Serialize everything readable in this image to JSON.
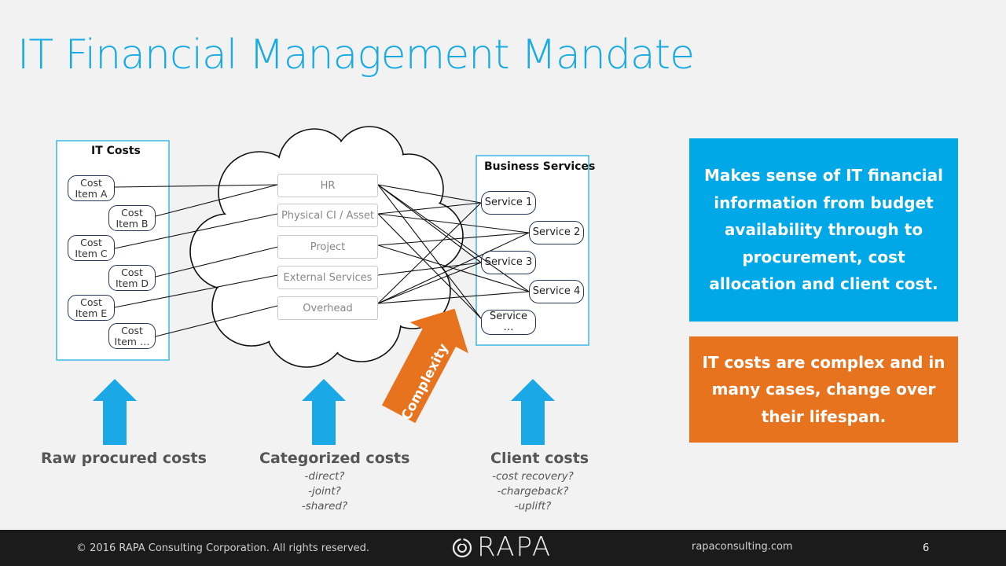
{
  "title": "IT Financial Management Mandate",
  "it_costs": {
    "title": "IT Costs",
    "items": [
      "Cost Item A",
      "Cost Item B",
      "Cost Item C",
      "Cost Item D",
      "Cost Item E",
      "Cost Item …"
    ]
  },
  "categories": [
    "HR",
    "Physical CI / Asset",
    "Project",
    "External Services",
    "Overhead"
  ],
  "business_services": {
    "title": "Business Services",
    "items": [
      "Service 1",
      "Service 2",
      "Service 3",
      "Service 4",
      "Service …"
    ]
  },
  "complexity_label": "Complexity",
  "labels": {
    "raw": "Raw procured costs",
    "categorized": "Categorized costs",
    "categorized_sub": [
      "-direct?",
      "-joint?",
      "-shared?"
    ],
    "client": "Client costs",
    "client_sub": [
      "-cost recovery?",
      "-chargeback?",
      "-uplift?"
    ]
  },
  "panels": {
    "blue": "Makes sense of IT financial information from budget availability through to procurement, cost allocation and client cost.",
    "orange": "IT costs are complex and in many cases, change over their lifespan."
  },
  "colors": {
    "blue": "#00a8e8",
    "orange": "#e8731f",
    "title": "#1aabe2"
  },
  "footer": {
    "copyright": "© 2016  RAPA Consulting Corporation. All rights reserved.",
    "logo": "RAPA",
    "website": "rapaconsulting.com",
    "page": "6"
  }
}
